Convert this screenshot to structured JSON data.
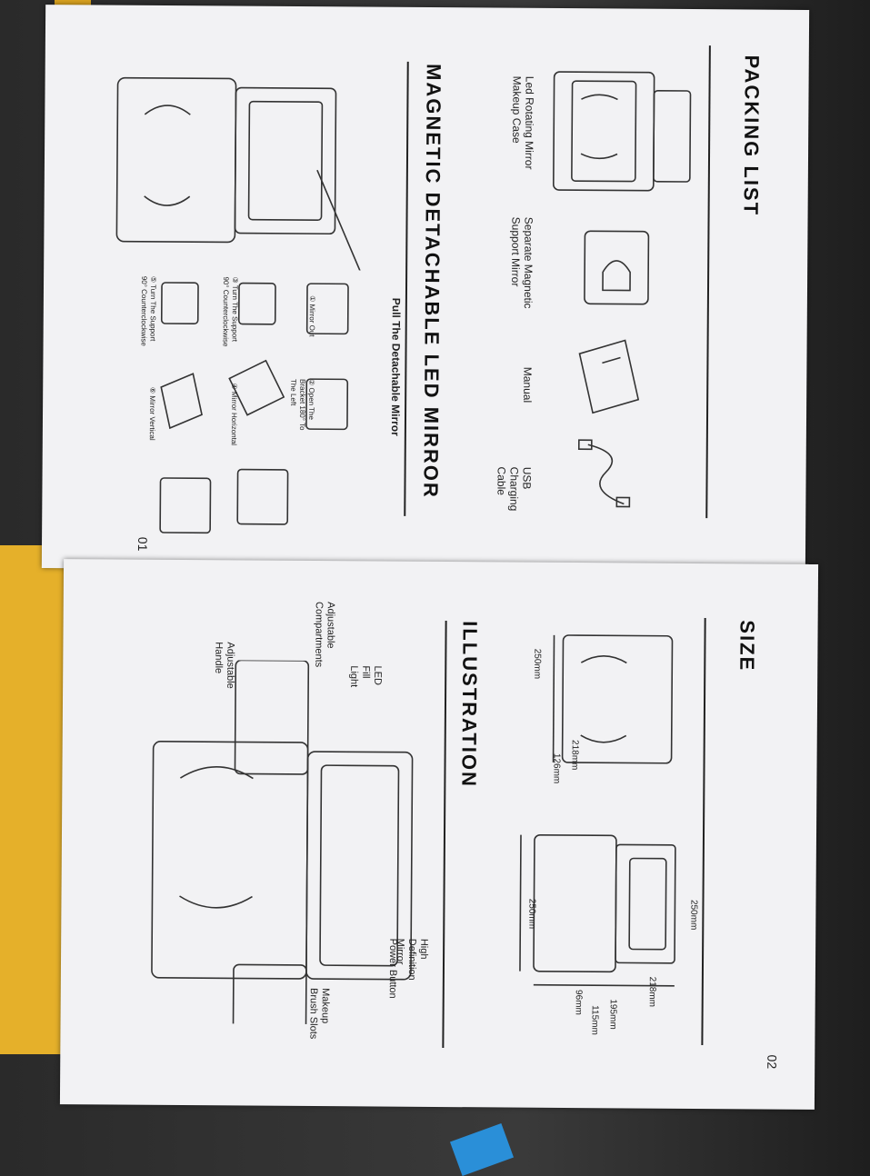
{
  "page1": {
    "packing_list_title": "PACKING LIST",
    "packing_items": [
      {
        "label": "Led Rotating Mirror Makeup Case"
      },
      {
        "label": "Separate Magnetic Support Mirror"
      },
      {
        "label": "Manual"
      },
      {
        "label": "USB Charging Cable"
      }
    ],
    "detach_title": "MAGNETIC DETACHABLE LED MIRROR",
    "pull_title": "Pull The Detachable Mirror",
    "steps": [
      {
        "num": "①",
        "label": "Mirror Out"
      },
      {
        "num": "②",
        "label": "Open The Bracket 180° To The Left"
      },
      {
        "num": "③",
        "label": "Turn The Support 90° Counterclockwise"
      },
      {
        "num": "④",
        "label": "Mirror Horizontal"
      },
      {
        "num": "⑤",
        "label": "Turn The Support 90° Counterclockwise"
      },
      {
        "num": "⑥",
        "label": "Mirror Vertical"
      }
    ],
    "page_number": "01"
  },
  "page2": {
    "size_title": "SIZE",
    "closed_dims": {
      "width": "250mm",
      "height": "126mm",
      "depth": "218mm"
    },
    "open_dims": {
      "top": "250mm",
      "side": "218mm",
      "d1": "195mm",
      "d2": "115mm",
      "d3": "96mm",
      "bottom": "250mm"
    },
    "illustration_title": "ILLUSTRATION",
    "callouts": {
      "led": "LED Fill Light",
      "compartments": "Adjustable Compartments",
      "handle": "Adjustable Handle",
      "mirror": "High Definition Mirror",
      "power": "Power Button",
      "brush": "Makeup Brush Slots"
    },
    "page_number": "02"
  }
}
